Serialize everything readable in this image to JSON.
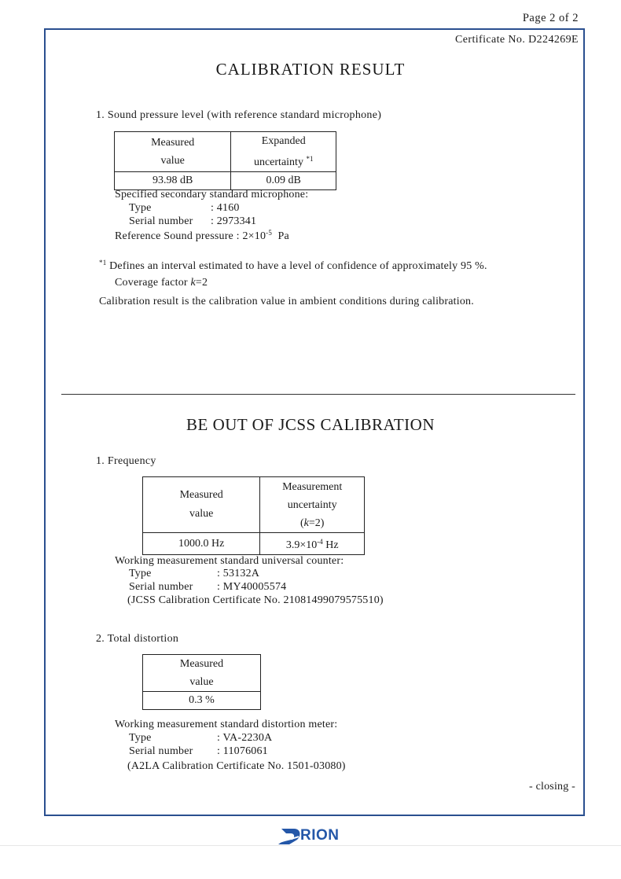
{
  "header": {
    "page_label": "Page 2 of 2",
    "certificate_no": "Certificate No. D224269E"
  },
  "calibration_result": {
    "title": "CALIBRATION RESULT",
    "section1": {
      "heading": "1. Sound pressure level (with reference standard microphone)",
      "table": {
        "col1_header_line1": "Measured",
        "col1_header_line2": "value",
        "col2_header_line1": "Expanded",
        "col2_header_line2": "uncertainty",
        "col2_header_marker": "*1",
        "measured_value": "93.98 dB",
        "expanded_uncertainty": "0.09 dB"
      },
      "microphone_heading": "Specified secondary standard microphone:",
      "type_label": "Type",
      "type_value": ": 4160",
      "serial_label": "Serial number",
      "serial_value": ": 2973341",
      "ref_pressure_label": "Reference Sound pressure",
      "ref_pressure_value": ": 2×10",
      "ref_pressure_exp": "-5",
      "ref_pressure_unit": "Pa"
    },
    "note_marker": "*1",
    "note_text": "Defines an interval estimated to have a level of confidence of approximately 95 %.",
    "coverage_prefix": "Coverage factor ",
    "coverage_k": "k",
    "coverage_suffix": "=2",
    "ambient_note": "Calibration result is the calibration value in ambient conditions during calibration."
  },
  "out_of_jcss": {
    "title": "BE OUT OF JCSS CALIBRATION",
    "frequency": {
      "heading": "1. Frequency",
      "col1_header_line1": "Measured",
      "col1_header_line2": "value",
      "col2_header_line1": "Measurement",
      "col2_header_line2": "uncertainty",
      "col2_header_line3_open": "(",
      "col2_header_line3_k": "k",
      "col2_header_line3_close": "=2)",
      "measured_value": "1000.0 Hz",
      "uncertainty_base": "3.9×10",
      "uncertainty_exp": "-4",
      "uncertainty_unit": "Hz",
      "standard_heading": "Working measurement standard universal counter:",
      "type_label": "Type",
      "type_value": ": 53132A",
      "serial_label": "Serial number",
      "serial_value": ": MY40005574",
      "cert_note": "(JCSS Calibration Certificate No. 21081499079575510)"
    },
    "distortion": {
      "heading": "2. Total distortion",
      "col1_header_line1": "Measured",
      "col1_header_line2": "value",
      "measured_value": "0.3 %",
      "standard_heading": "Working measurement standard distortion meter:",
      "type_label": "Type",
      "type_value": ": VA-2230A",
      "serial_label": "Serial number",
      "serial_value": ": 11076061",
      "cert_note": "(A2LA Calibration Certificate No. 1501-03080)"
    },
    "closing": "- closing -"
  },
  "footer": {
    "logo_text": "RION",
    "logo_color": "#2457a8"
  }
}
